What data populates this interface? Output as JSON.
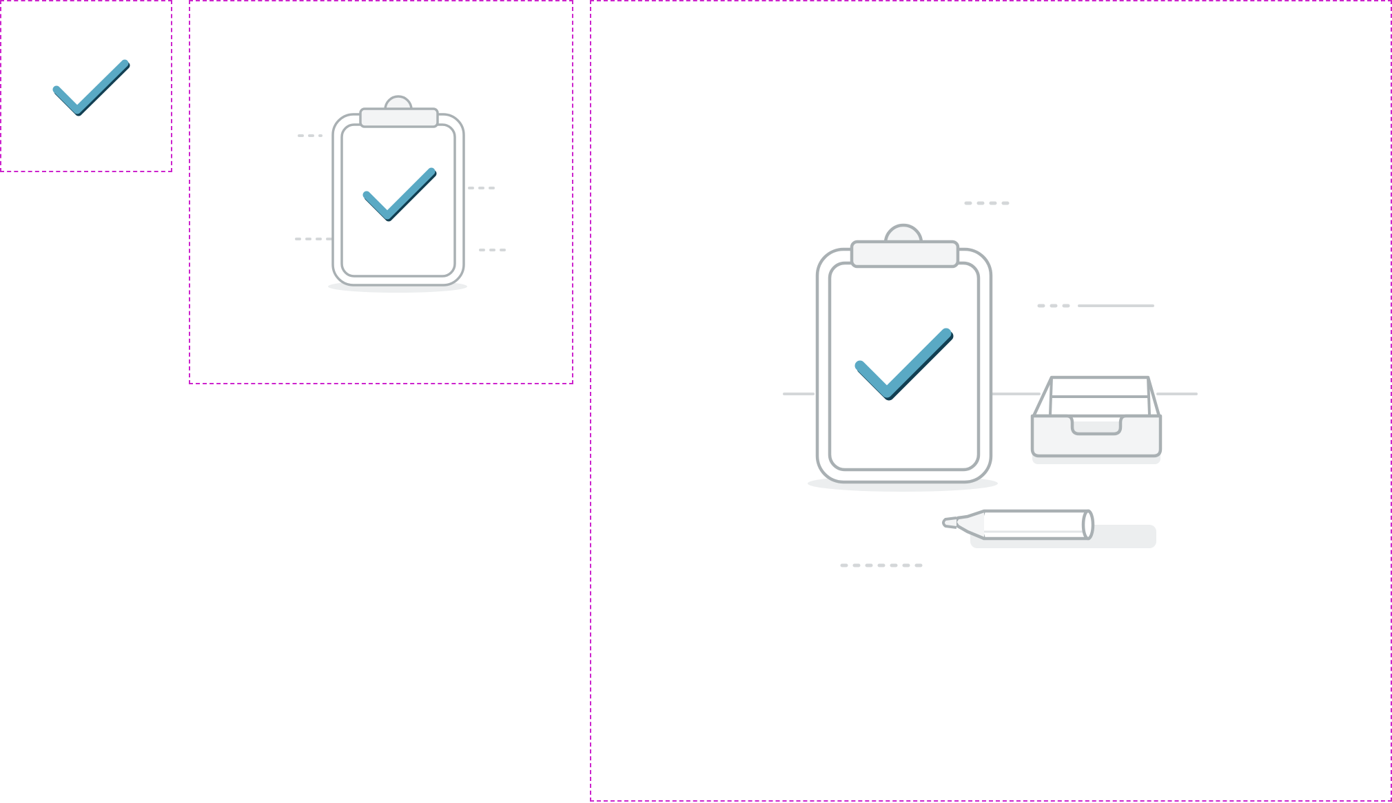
{
  "colors": {
    "frame_border": "#cc22cc",
    "check_fill": "#5aa9c4",
    "check_shadow": "#123f52",
    "outline": "#a9b0b3",
    "panel_fill": "#f3f4f5",
    "ground_shadow": "#eceeef",
    "dash_line": "#d4d7d9"
  },
  "frames": [
    {
      "label": "icon-small",
      "icons": [
        "check-icon"
      ]
    },
    {
      "label": "icon-medium",
      "icons": [
        "clipboard-icon",
        "check-icon"
      ]
    },
    {
      "label": "icon-large",
      "icons": [
        "clipboard-icon",
        "check-icon",
        "inbox-tray-icon",
        "marker-pen-icon"
      ]
    }
  ]
}
